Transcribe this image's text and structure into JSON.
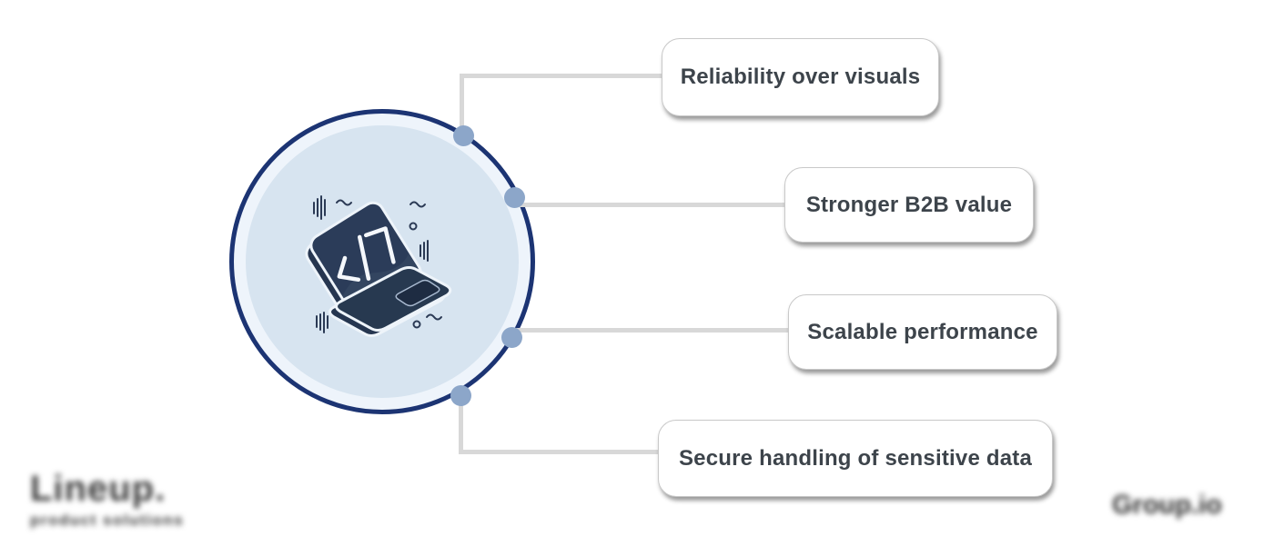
{
  "diagram": {
    "center_icon": "laptop-code-illustration",
    "colors": {
      "circle_border": "#1c3473",
      "circle_ring": "#eef4fb",
      "circle_inner": "#d7e4f0",
      "connector": "#d8d8d8",
      "dot": "#8ca6c9",
      "node_text": "#3d444b",
      "laptop_body": "#263650"
    },
    "nodes": [
      {
        "id": "node-1",
        "label": "Reliability over visuals"
      },
      {
        "id": "node-2",
        "label": "Stronger B2B value"
      },
      {
        "id": "node-3",
        "label": "Scalable performance"
      },
      {
        "id": "node-4",
        "label": "Secure handling of sensitive data"
      }
    ],
    "watermarks": {
      "bottom_left_primary_blurred": "Lineup.",
      "bottom_left_secondary_blurred": "product solutions",
      "bottom_right_blurred": "Group.io"
    }
  }
}
